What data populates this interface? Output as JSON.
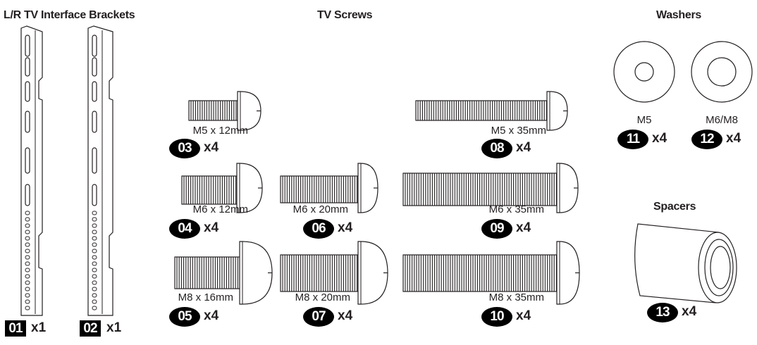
{
  "sections": {
    "brackets": "L/R TV Interface Brackets",
    "screws": "TV Screws",
    "washers": "Washers",
    "spacers": "Spacers"
  },
  "parts": [
    {
      "id": "01",
      "qty": "x1"
    },
    {
      "id": "02",
      "qty": "x1"
    },
    {
      "id": "03",
      "label": "M5 x 12mm",
      "qty": "x4"
    },
    {
      "id": "04",
      "label": "M6 x 12mm",
      "qty": "x4"
    },
    {
      "id": "05",
      "label": "M8 x 16mm",
      "qty": "x4"
    },
    {
      "id": "06",
      "label": "M6 x 20mm",
      "qty": "x4"
    },
    {
      "id": "07",
      "label": "M8 x 20mm",
      "qty": "x4"
    },
    {
      "id": "08",
      "label": "M5 x 35mm",
      "qty": "x4"
    },
    {
      "id": "09",
      "label": "M6 x 35mm",
      "qty": "x4"
    },
    {
      "id": "10",
      "label": "M8 x 35mm",
      "qty": "x4"
    },
    {
      "id": "11",
      "label": "M5",
      "qty": "x4"
    },
    {
      "id": "12",
      "label": "M6/M8",
      "qty": "x4"
    },
    {
      "id": "13",
      "qty": "x4"
    }
  ]
}
